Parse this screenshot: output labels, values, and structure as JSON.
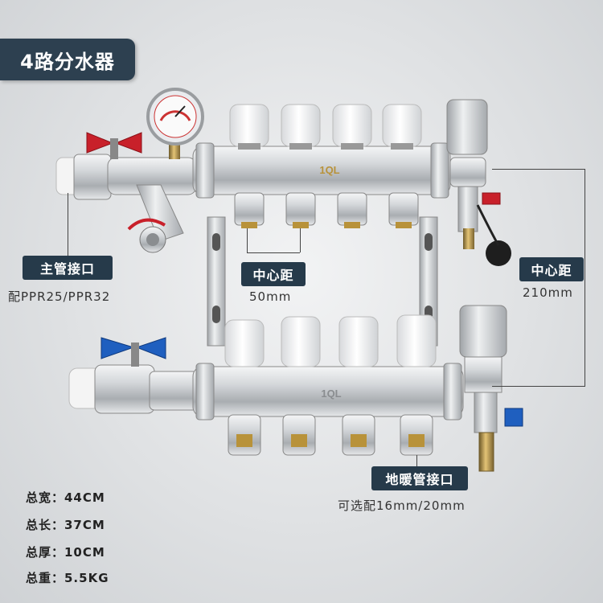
{
  "title": "4路分水器",
  "brand_mark": "1QL",
  "labels": {
    "main_port": "主管接口",
    "main_port_note": "配PPR25/PPR32",
    "center_distance_1": "中心距",
    "center_distance_1_value": "50mm",
    "center_distance_2": "中心距",
    "center_distance_2_value": "210mm",
    "floor_heating_port": "地暖管接口",
    "floor_heating_note": "可选配16mm/20mm"
  },
  "specs": [
    {
      "text": "总宽：44CM"
    },
    {
      "text": "总长：37CM"
    },
    {
      "text": "总厚：10CM"
    },
    {
      "text": "总重：5.5KG"
    }
  ],
  "colors": {
    "badge": "#2d4050",
    "tag": "#263a4a",
    "red_handle": "#c8202a",
    "blue_handle": "#1f5fbf",
    "brass": "#b8923a",
    "steel": "#c9cccf"
  },
  "icons": [
    "pressure-gauge-icon"
  ]
}
